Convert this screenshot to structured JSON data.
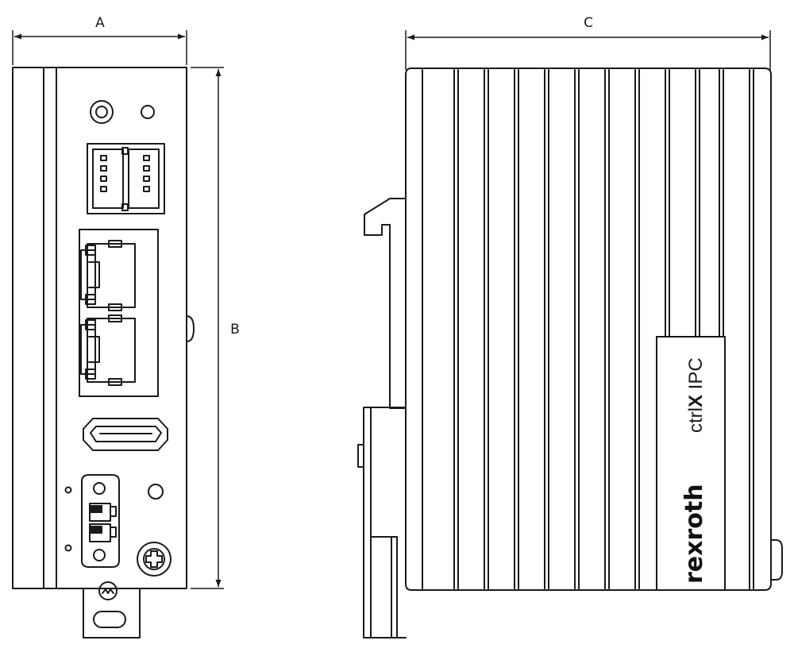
{
  "dimensions": {
    "width_label": "A",
    "height_label": "B",
    "depth_label": "C"
  },
  "product": {
    "name_prefix": "ctrl",
    "name_bold": "X",
    "name_suffix": " IPC",
    "brand": "rexroth"
  }
}
